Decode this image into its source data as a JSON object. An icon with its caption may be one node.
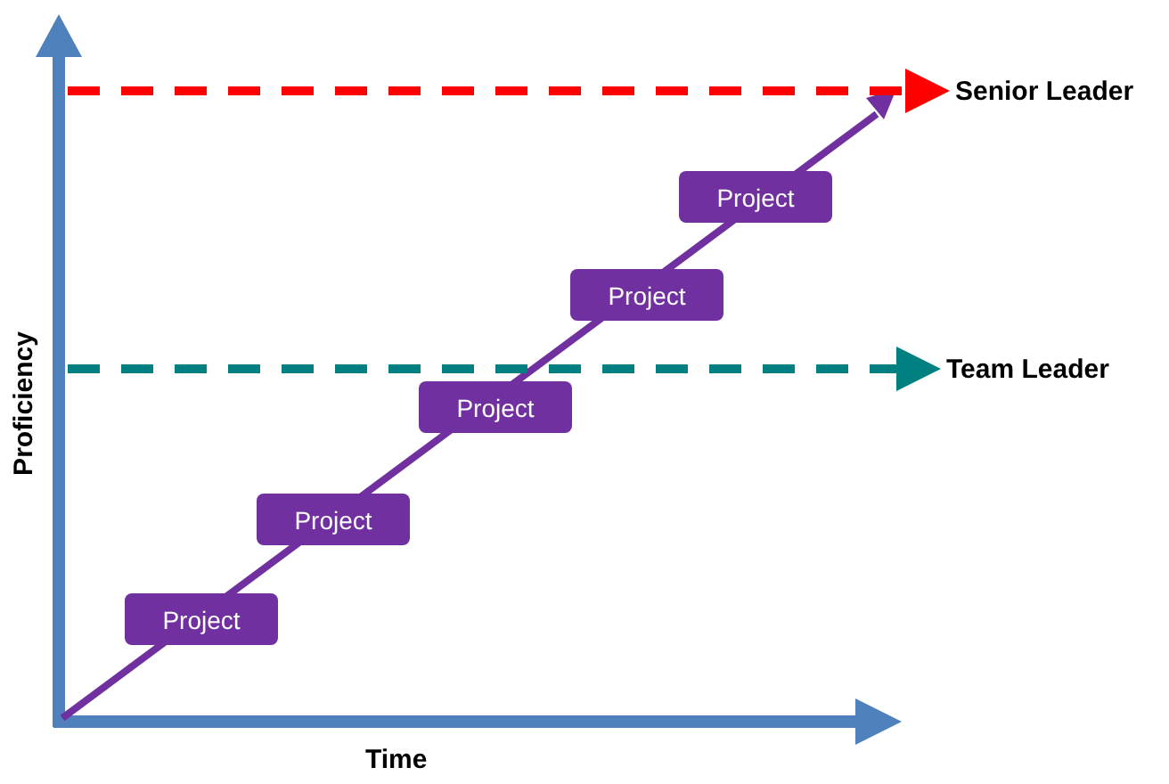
{
  "diagram": {
    "nodes": [
      {
        "text": [
          "Senior Leader"
        ]
      },
      {
        "text": [
          "Project"
        ]
      },
      {
        "text": [
          "Project"
        ]
      },
      {
        "text": [
          "Team Leader"
        ]
      },
      {
        "text": [
          "Project"
        ]
      },
      {
        "text": [
          "Project"
        ]
      },
      {
        "text": [
          "Project"
        ]
      }
    ],
    "edges": [
      {
        "from": null,
        "to": 0,
        "arrow": "to",
        "style": "dashed",
        "color": "#ff0000"
      },
      {
        "from": null,
        "to": 3,
        "arrow": "to",
        "style": "dashed",
        "color": "#008080"
      }
    ],
    "labels": [
      "Proficiency",
      "Time"
    ]
  }
}
